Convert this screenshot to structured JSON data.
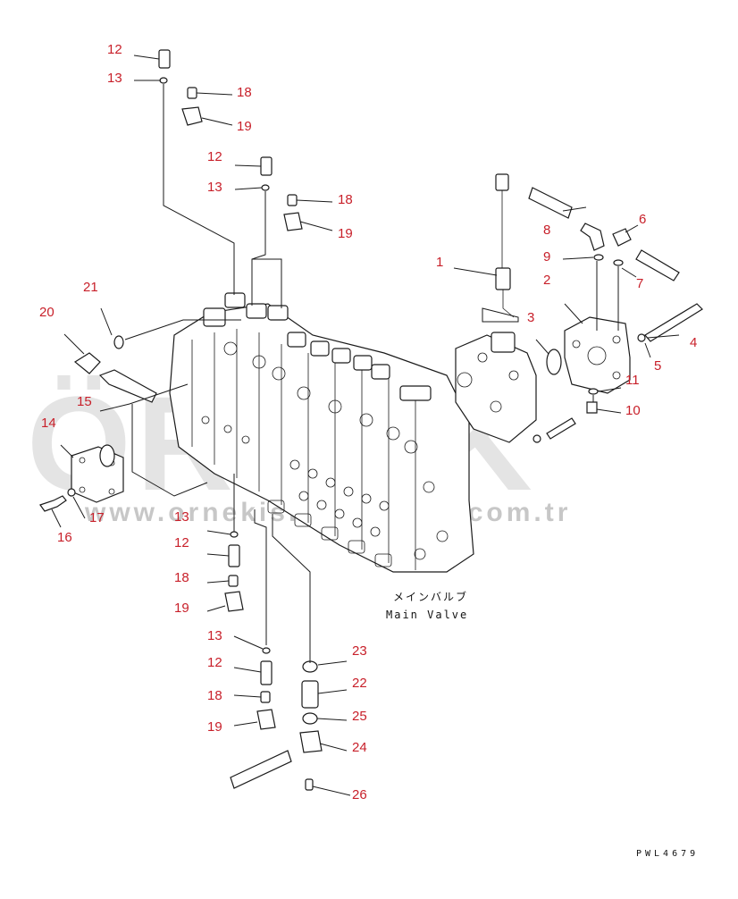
{
  "watermark": {
    "brand": "ÖRNEK",
    "url": "www.ornekiş makinaları.com.tr",
    "url_visible": "www.ornekismakinalari.com.tr",
    "color": "#b9b9b9"
  },
  "caption": {
    "japanese": "メインバルブ",
    "english": "Main Valve"
  },
  "drawing_code": "PWL4679",
  "callout_color": "#c8202a",
  "callouts": [
    {
      "id": "c12a",
      "text": "12"
    },
    {
      "id": "c13a",
      "text": "13"
    },
    {
      "id": "c18a",
      "text": "18"
    },
    {
      "id": "c19a",
      "text": "19"
    },
    {
      "id": "c12b",
      "text": "12"
    },
    {
      "id": "c13b",
      "text": "13"
    },
    {
      "id": "c18b",
      "text": "18"
    },
    {
      "id": "c19b",
      "text": "19"
    },
    {
      "id": "c1",
      "text": "1"
    },
    {
      "id": "c8",
      "text": "8"
    },
    {
      "id": "c6",
      "text": "6"
    },
    {
      "id": "c9",
      "text": "9"
    },
    {
      "id": "c2",
      "text": "2"
    },
    {
      "id": "c7",
      "text": "7"
    },
    {
      "id": "c3",
      "text": "3"
    },
    {
      "id": "c4",
      "text": "4"
    },
    {
      "id": "c5",
      "text": "5"
    },
    {
      "id": "c11",
      "text": "11"
    },
    {
      "id": "c10",
      "text": "10"
    },
    {
      "id": "c21",
      "text": "21"
    },
    {
      "id": "c20",
      "text": "20"
    },
    {
      "id": "c15",
      "text": "15"
    },
    {
      "id": "c14",
      "text": "14"
    },
    {
      "id": "c17",
      "text": "17"
    },
    {
      "id": "c16",
      "text": "16"
    },
    {
      "id": "c13c",
      "text": "13"
    },
    {
      "id": "c12c",
      "text": "12"
    },
    {
      "id": "c18c",
      "text": "18"
    },
    {
      "id": "c19c",
      "text": "19"
    },
    {
      "id": "c13d",
      "text": "13"
    },
    {
      "id": "c12d",
      "text": "12"
    },
    {
      "id": "c18d",
      "text": "18"
    },
    {
      "id": "c19d",
      "text": "19"
    },
    {
      "id": "c23",
      "text": "23"
    },
    {
      "id": "c22",
      "text": "22"
    },
    {
      "id": "c25",
      "text": "25"
    },
    {
      "id": "c24",
      "text": "24"
    },
    {
      "id": "c26",
      "text": "26"
    }
  ]
}
